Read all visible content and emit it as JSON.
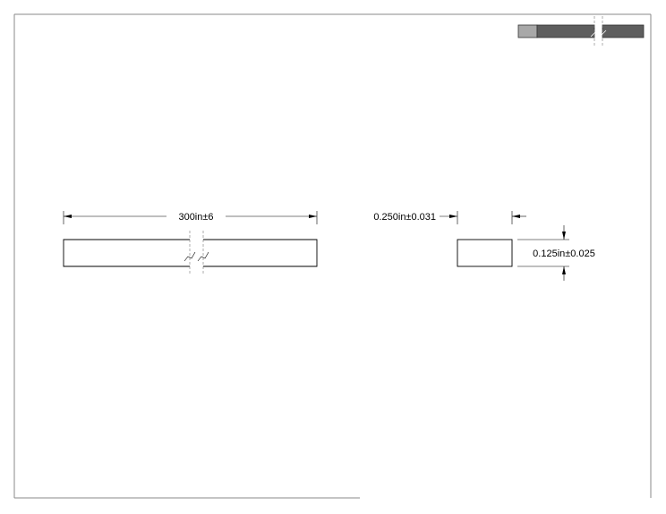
{
  "drawing": {
    "length_dimension": "300in±6",
    "width_dimension": "0.250in±0.031",
    "thickness_dimension": "0.125in±0.025"
  },
  "colors": {
    "line": "#000000",
    "break_line": "#777777",
    "preview_light": "#a8a8a8",
    "preview_dark": "#5e5e5e",
    "background": "#ffffff"
  }
}
